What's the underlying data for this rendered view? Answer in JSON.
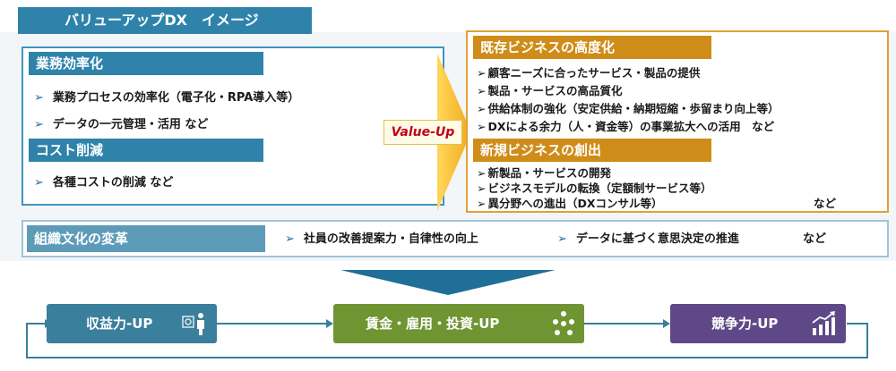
{
  "title": "バリューアップDX　イメージ",
  "left": {
    "section1": {
      "heading": "業務効率化",
      "items": [
        "業務プロセスの効率化（電子化・RPA導入等）",
        "データの一元管理・活用 など"
      ]
    },
    "section2": {
      "heading": "コスト削減",
      "items": [
        "各種コストの削減 など"
      ]
    }
  },
  "value_up_label": "Value-Up",
  "right": {
    "section1": {
      "heading": "既存ビジネスの高度化",
      "items": [
        "顧客ニーズに合ったサービス・製品の提供",
        "製品・サービスの高品質化",
        "供給体制の強化（安定供給・納期短縮・歩留まり向上等）",
        "DXによる余力（人・資金等）の事業拡大への活用　など"
      ]
    },
    "section2": {
      "heading": "新規ビジネスの創出",
      "items": [
        "新製品・サービスの開発",
        "ビジネスモデルの転換（定額制サービス等）",
        "異分野への進出（DXコンサル等）"
      ],
      "trailing": "など"
    }
  },
  "culture": {
    "heading": "組織文化の変革",
    "items": [
      "社員の改善提案力・自律性の向上",
      "データに基づく意思決定の推進"
    ],
    "trailing": "など"
  },
  "outcomes": [
    {
      "label": "収益力-UP",
      "icon": "analyst-person-icon"
    },
    {
      "label": "賃金・雇用・投資-UP",
      "icon": "coins-network-icon"
    },
    {
      "label": "競争力-UP",
      "icon": "growth-bar-chart-icon"
    }
  ],
  "bullet_glyph": "➢",
  "colors": {
    "blue": "#2f83ab",
    "gold": "#cf8c18",
    "teal": "#3a7f9b",
    "olive": "#6f9532",
    "purple": "#5f4887",
    "value_up_text": "#c0001a"
  }
}
